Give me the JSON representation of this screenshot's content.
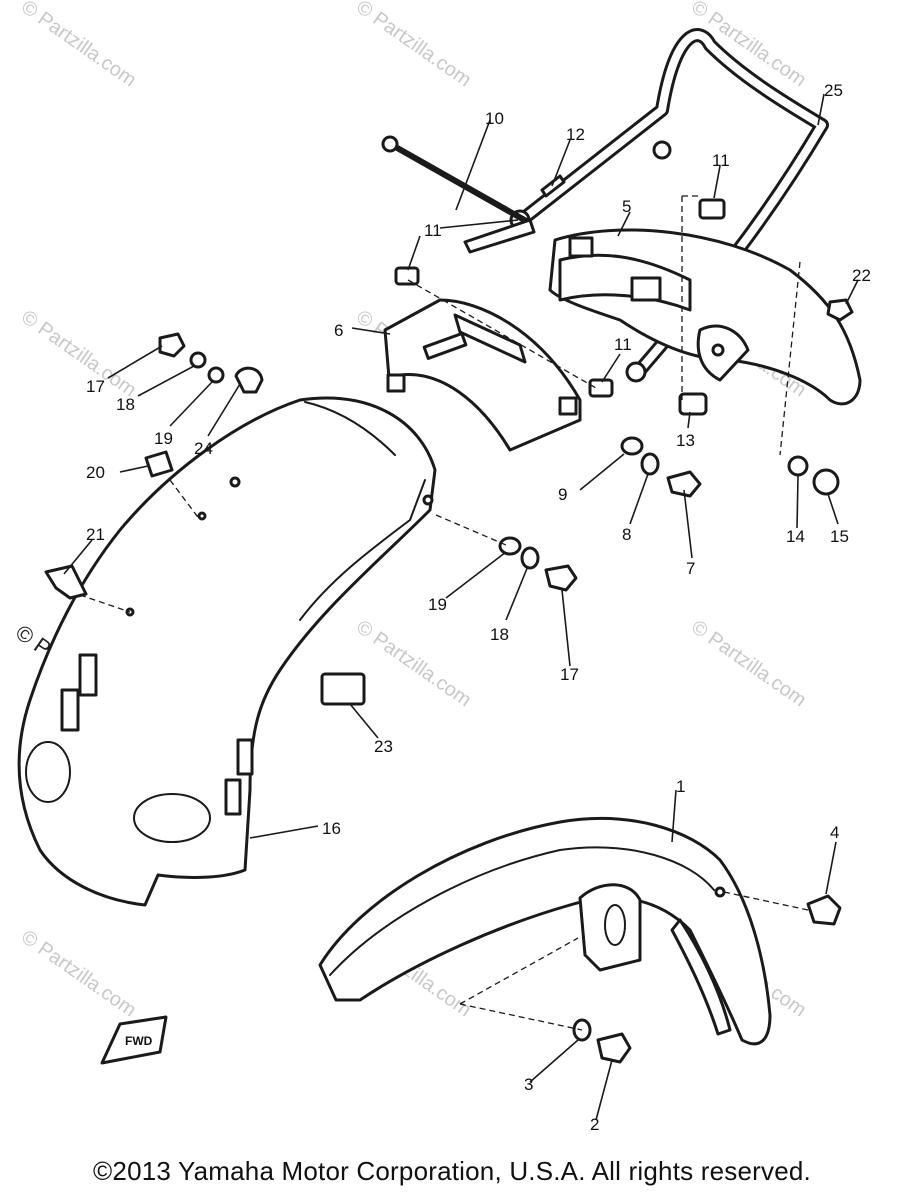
{
  "watermark": {
    "text": "© Partzilla.com",
    "prominent_text": "© Partzilla.com"
  },
  "fwd_label": "FWD",
  "callouts": [
    "1",
    "2",
    "3",
    "4",
    "5",
    "6",
    "7",
    "8",
    "9",
    "10",
    "11",
    "11",
    "11",
    "12",
    "13",
    "14",
    "15",
    "16",
    "17",
    "17",
    "18",
    "18",
    "19",
    "19",
    "20",
    "21",
    "22",
    "23",
    "24",
    "25"
  ],
  "copyright": "©2013 Yamaha Motor Corporation, U.S.A. All rights reserved."
}
